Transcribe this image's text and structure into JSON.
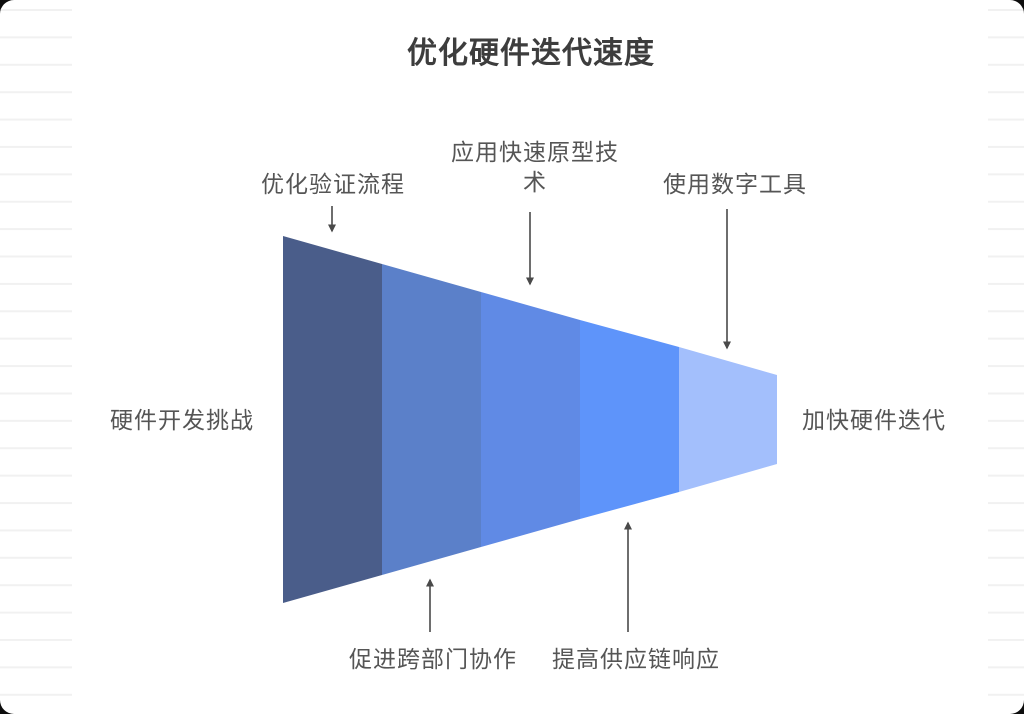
{
  "page": {
    "title": "优化硬件迭代速度"
  },
  "funnel": {
    "type": "horizontal-funnel",
    "direction": "left-to-right",
    "input_label": "硬件开发挑战",
    "output_label": "加快硬件迭代",
    "stages": [
      {
        "label": "优化验证流程",
        "color": "#4A5D8A",
        "label_position": "top"
      },
      {
        "label": "促进跨部门协作",
        "color": "#5B80C9",
        "label_position": "bottom"
      },
      {
        "label": "应用快速原型技术",
        "color": "#608AE5",
        "label_position": "top"
      },
      {
        "label": "提高供应链响应",
        "color": "#5E94FA",
        "label_position": "bottom"
      },
      {
        "label": "使用数字工具",
        "color": "#A3BFFC",
        "label_position": "top"
      }
    ]
  },
  "colors": {
    "title_text": "#3D3D3D",
    "label_text": "#555555",
    "arrow": "#4A4A4A",
    "ruled_line": "#F1F1F1",
    "card_background": "#FFFFFF"
  }
}
